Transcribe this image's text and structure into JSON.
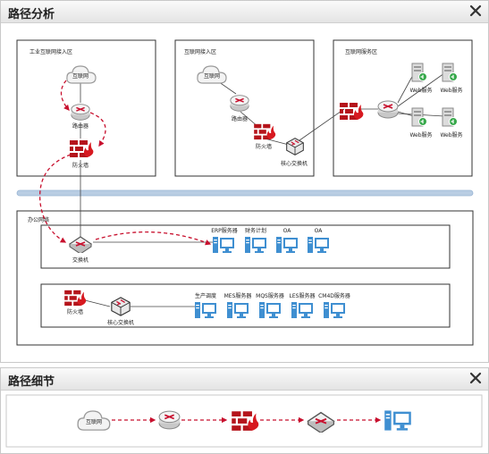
{
  "path_analysis": {
    "title": "路径分析",
    "zones": {
      "industrial_access": "工业互联网接入区",
      "internet_access": "互联网接入区",
      "internet_service": "互联网服务区",
      "office": "办公网络"
    },
    "nodes": {
      "ind_cloud": "互联网",
      "ind_router": "路由器",
      "ind_firewall": "防火墙",
      "inet_cloud": "互联网",
      "inet_router": "路由器",
      "inet_firewall": "防火墙",
      "inet_core": "核心交换机",
      "web1": "Web服务",
      "web2": "Web服务",
      "web3": "Web服务",
      "web4": "Web服务",
      "office_switch": "交换机",
      "srv_erp": "ERP服务器",
      "srv_fin": "财务计划",
      "srv_oa1": "OA",
      "srv_oa2": "OA",
      "prod_firewall": "防火墙",
      "prod_core": "核心交换机",
      "srv_prod": "生产调度",
      "srv_mes": "MES服务器",
      "srv_mqs": "MQS服务器",
      "srv_les": "LES服务器",
      "srv_cm4d": "CM4D服务器"
    }
  },
  "path_detail": {
    "title": "路径细节",
    "cloud_label": "互联网"
  },
  "colors": {
    "path": "#c8102e",
    "firewall": "#b5141b",
    "server": "#3f8fd1",
    "backbone": "#b9cde3"
  },
  "icons": [
    "cloud-icon",
    "router-icon",
    "firewall-icon",
    "core-switch-icon",
    "server-icon",
    "web-server-icon",
    "switch-icon",
    "close-icon"
  ]
}
